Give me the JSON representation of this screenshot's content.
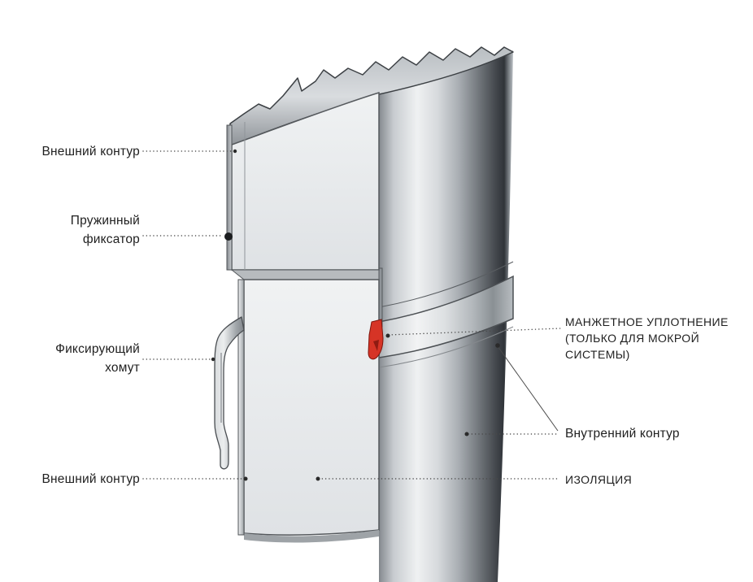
{
  "diagram": {
    "type": "technical-cutaway-pipe-section",
    "labels": {
      "outer_contour_top": "Внешний контур",
      "spring_lock": "Пружинный\nфиксатор",
      "fixing_clamp": "Фиксирующий\nхомут",
      "outer_contour_bottom": "Внешний контур",
      "cuff_seal": "МАНЖЕТНОЕ УПЛОТНЕНИЕ\n(ТОЛЬКО ДЛЯ МОКРОЙ\nСИСТЕМЫ)",
      "inner_contour": "Внутренний контур",
      "insulation": "ИЗОЛЯЦИЯ"
    },
    "colors": {
      "seal_red": "#d63426",
      "text": "#1f1f1f",
      "leader": "#4a4a4a",
      "background": "#ffffff"
    }
  }
}
